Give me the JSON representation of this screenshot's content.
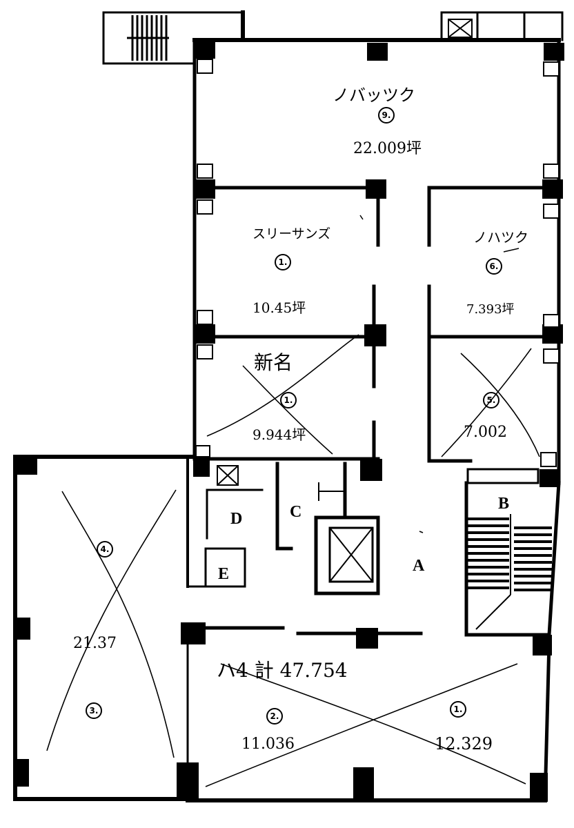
{
  "rooms": {
    "north": {
      "name": "ノバッツク",
      "number": "9.",
      "area": "22.009坪"
    },
    "mid_left": {
      "name": "スリーサンズ",
      "number": "1.",
      "area": "10.45坪"
    },
    "mid_right": {
      "name": "ノハツク",
      "number": "6.",
      "area": "7.393坪"
    },
    "south_left_small": {
      "name": "新名",
      "number": "1.",
      "area": "9.944坪"
    },
    "south_right_small": {
      "number": "5.",
      "area": "7.002"
    },
    "west": {
      "number_top": "4.",
      "number_bottom": "3.",
      "area": "21.37"
    },
    "south": {
      "total": "ハ4 計 47.754",
      "number_left": "2.",
      "number_right": "1.",
      "area_left": "11.036",
      "area_right": "12.329"
    }
  },
  "labels": {
    "a": "A",
    "b": "B",
    "c": "C",
    "d": "D",
    "e": "E"
  }
}
